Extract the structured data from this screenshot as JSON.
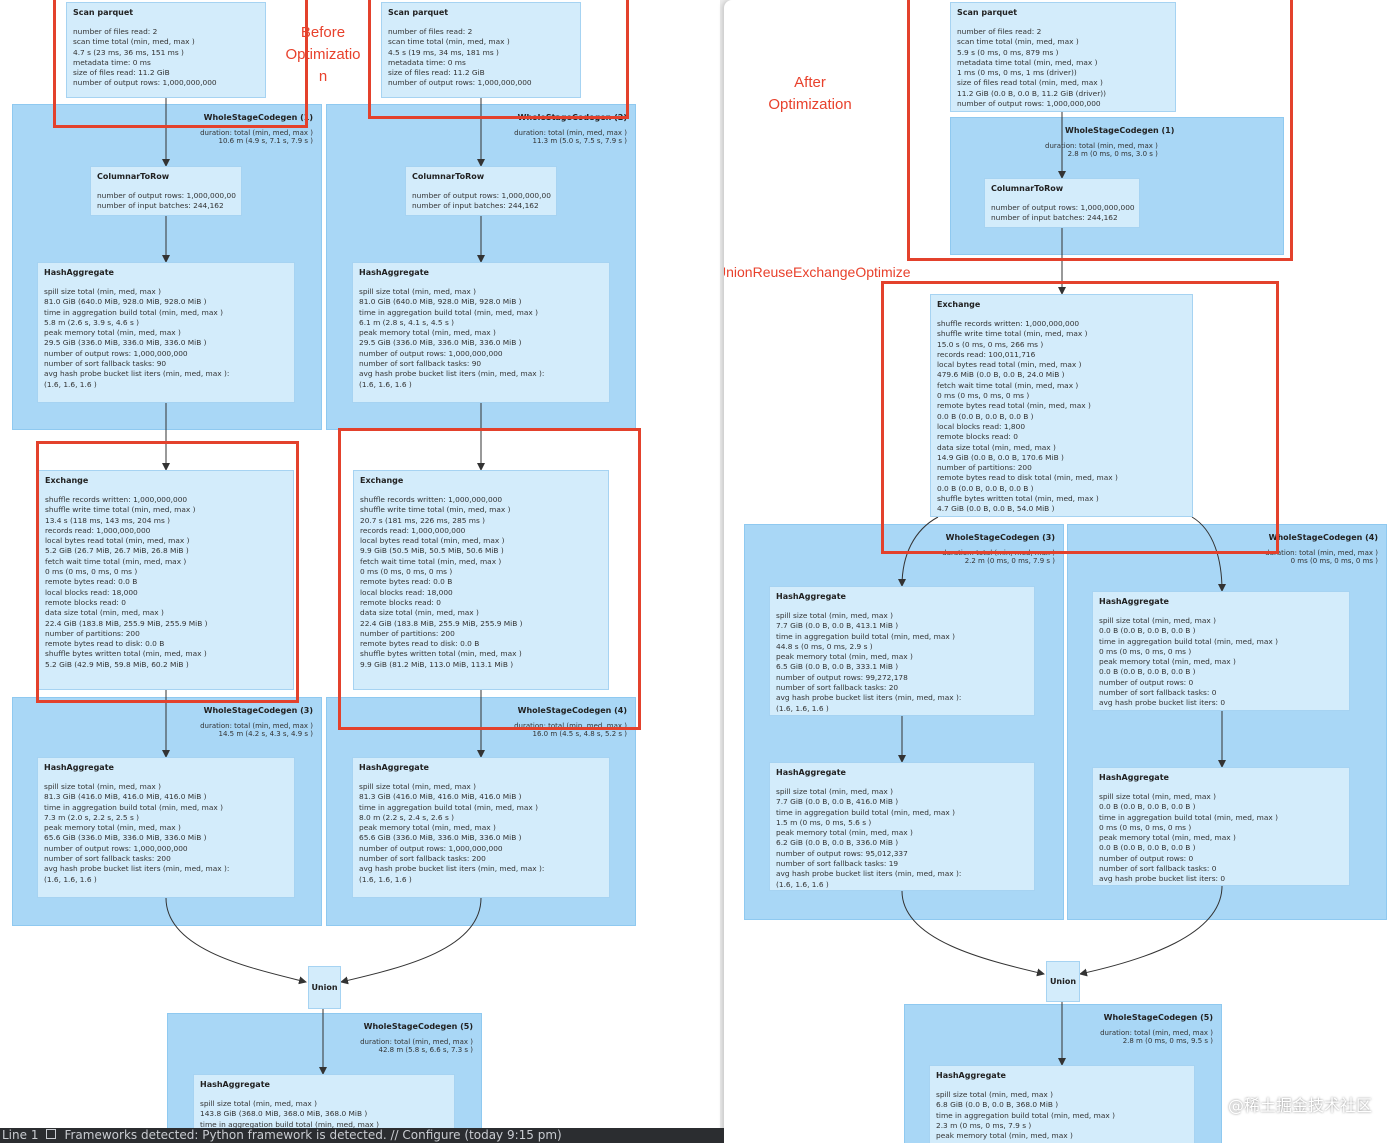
{
  "left": {
    "annotation": "Before\nOptimizatio\nn",
    "scan1": {
      "title": "Scan parquet",
      "metrics": [
        "number of files read: 2",
        "scan time total (min, med, max )",
        "4.7 s (23 ms, 36 ms, 151 ms )",
        "metadata time: 0 ms",
        "size of files read: 11.2 GiB",
        "number of output rows: 1,000,000,000"
      ]
    },
    "scan2": {
      "title": "Scan parquet",
      "metrics": [
        "number of files read: 2",
        "scan time total (min, med, max )",
        "4.5 s (19 ms, 34 ms, 181 ms )",
        "metadata time: 0 ms",
        "size of files read: 11.2 GiB",
        "number of output rows: 1,000,000,000"
      ]
    },
    "wsc1": {
      "title": "WholeStageCodegen (1)",
      "duration": "duration: total (min, med, max )\n10.6 m (4.9 s, 7.1 s, 7.9 s )"
    },
    "wsc2": {
      "title": "WholeStageCodegen (2)",
      "duration": "duration: total (min, med, max )\n11.3 m (5.0 s, 7.5 s, 7.9 s )"
    },
    "c2r1": {
      "title": "ColumnarToRow",
      "metrics": [
        "number of output rows: 1,000,000,00",
        "number of input batches: 244,162"
      ]
    },
    "c2r2": {
      "title": "ColumnarToRow",
      "metrics": [
        "number of output rows: 1,000,000,00",
        "number of input batches: 244,162"
      ]
    },
    "agg1": {
      "title": "HashAggregate",
      "metrics": [
        "spill size total (min, med, max )",
        "81.0 GiB (640.0 MiB, 928.0 MiB, 928.0 MiB )",
        "time in aggregation build total (min, med, max )",
        "5.8 m (2.6 s, 3.9 s, 4.6 s )",
        "peak memory total (min, med, max )",
        "29.5 GiB (336.0 MiB, 336.0 MiB, 336.0 MiB )",
        "number of output rows: 1,000,000,000",
        "number of sort fallback tasks: 90",
        "avg hash probe bucket list iters (min, med, max ):",
        "(1.6, 1.6, 1.6 )"
      ]
    },
    "agg2": {
      "title": "HashAggregate",
      "metrics": [
        "spill size total (min, med, max )",
        "81.0 GiB (640.0 MiB, 928.0 MiB, 928.0 MiB )",
        "time in aggregation build total (min, med, max )",
        "6.1 m (2.8 s, 4.1 s, 4.5 s )",
        "peak memory total (min, med, max )",
        "29.5 GiB (336.0 MiB, 336.0 MiB, 336.0 MiB )",
        "number of output rows: 1,000,000,000",
        "number of sort fallback tasks: 90",
        "avg hash probe bucket list iters (min, med, max ):",
        "(1.6, 1.6, 1.6 )"
      ]
    },
    "ex1": {
      "title": "Exchange",
      "metrics": [
        "shuffle records written: 1,000,000,000",
        "shuffle write time total (min, med, max )",
        "13.4 s (118 ms, 143 ms, 204 ms )",
        "records read: 1,000,000,000",
        "local bytes read total (min, med, max )",
        "5.2 GiB (26.7 MiB, 26.7 MiB, 26.8 MiB )",
        "fetch wait time total (min, med, max )",
        "0 ms (0 ms, 0 ms, 0 ms )",
        "remote bytes read: 0.0 B",
        "local blocks read: 18,000",
        "remote blocks read: 0",
        "data size total (min, med, max )",
        "22.4 GiB (183.8 MiB, 255.9 MiB, 255.9 MiB )",
        "number of partitions: 200",
        "remote bytes read to disk: 0.0 B",
        "shuffle bytes written total (min, med, max )",
        "5.2 GiB (42.9 MiB, 59.8 MiB, 60.2 MiB )"
      ]
    },
    "ex2": {
      "title": "Exchange",
      "metrics": [
        "shuffle records written: 1,000,000,000",
        "shuffle write time total (min, med, max )",
        "20.7 s (181 ms, 226 ms, 285 ms )",
        "records read: 1,000,000,000",
        "local bytes read total (min, med, max )",
        "9.9 GiB (50.5 MiB, 50.5 MiB, 50.6 MiB )",
        "fetch wait time total (min, med, max )",
        "0 ms (0 ms, 0 ms, 0 ms )",
        "remote bytes read: 0.0 B",
        "local blocks read: 18,000",
        "remote blocks read: 0",
        "data size total (min, med, max )",
        "22.4 GiB (183.8 MiB, 255.9 MiB, 255.9 MiB )",
        "number of partitions: 200",
        "remote bytes read to disk: 0.0 B",
        "shuffle bytes written total (min, med, max )",
        "9.9 GiB (81.2 MiB, 113.0 MiB, 113.1 MiB )"
      ]
    },
    "wsc3": {
      "title": "WholeStageCodegen (3)",
      "duration": "duration: total (min, med, max )\n14.5 m (4.2 s, 4.3 s, 4.9 s )"
    },
    "wsc4": {
      "title": "WholeStageCodegen (4)",
      "duration": "duration: total (min, med, max )\n16.0 m (4.5 s, 4.8 s, 5.2 s )"
    },
    "agg3": {
      "title": "HashAggregate",
      "metrics": [
        "spill size total (min, med, max )",
        "81.3 GiB (416.0 MiB, 416.0 MiB, 416.0 MiB )",
        "time in aggregation build total (min, med, max )",
        "7.3 m (2.0 s, 2.2 s, 2.5 s )",
        "peak memory total (min, med, max )",
        "65.6 GiB (336.0 MiB, 336.0 MiB, 336.0 MiB )",
        "number of output rows: 1,000,000,000",
        "number of sort fallback tasks: 200",
        "avg hash probe bucket list iters (min, med, max ):",
        "(1.6, 1.6, 1.6 )"
      ]
    },
    "agg4": {
      "title": "HashAggregate",
      "metrics": [
        "spill size total (min, med, max )",
        "81.3 GiB (416.0 MiB, 416.0 MiB, 416.0 MiB )",
        "time in aggregation build total (min, med, max )",
        "8.0 m (2.2 s, 2.4 s, 2.6 s )",
        "peak memory total (min, med, max )",
        "65.6 GiB (336.0 MiB, 336.0 MiB, 336.0 MiB )",
        "number of output rows: 1,000,000,000",
        "number of sort fallback tasks: 200",
        "avg hash probe bucket list iters (min, med, max ):",
        "(1.6, 1.6, 1.6 )"
      ]
    },
    "union": "Union",
    "wsc5": {
      "title": "WholeStageCodegen (5)",
      "duration": "duration: total (min, med, max )\n42.8 m (5.8 s, 6.6 s, 7.3 s )"
    },
    "agg5": {
      "title": "HashAggregate",
      "metrics": [
        "spill size total (min, med, max )",
        "143.8 GiB (368.0 MiB, 368.0 MiB, 368.0 MiB )",
        "time in aggregation build total (min, med, max )"
      ]
    }
  },
  "right": {
    "annotation": "After\nOptimization",
    "annotation_union": "UnionReuseExchangeOptimize",
    "scan": {
      "title": "Scan parquet",
      "metrics": [
        "number of files read: 2",
        "scan time total (min, med, max )",
        "5.9 s (0 ms, 0 ms, 879 ms )",
        "metadata time total (min, med, max )",
        "1 ms (0 ms, 0 ms, 1 ms (driver))",
        "size of files read total (min, med, max )",
        "11.2 GiB (0.0 B, 0.0 B, 11.2 GiB (driver))",
        "number of output rows: 1,000,000,000"
      ]
    },
    "wsc1": {
      "title": "WholeStageCodegen (1)",
      "duration": "duration: total (min, med, max )\n2.8 m (0 ms, 0 ms, 3.0 s )"
    },
    "c2r": {
      "title": "ColumnarToRow",
      "metrics": [
        "number of output rows: 1,000,000,000",
        "number of input batches: 244,162"
      ]
    },
    "ex": {
      "title": "Exchange",
      "metrics": [
        "shuffle records written: 1,000,000,000",
        "shuffle write time total (min, med, max )",
        "15.0 s (0 ms, 0 ms, 266 ms )",
        "records read: 100,011,716",
        "local bytes read total (min, med, max )",
        "479.6 MiB (0.0 B, 0.0 B, 24.0 MiB )",
        "fetch wait time total (min, med, max )",
        "0 ms (0 ms, 0 ms, 0 ms )",
        "remote bytes read total (min, med, max )",
        "0.0 B (0.0 B, 0.0 B, 0.0 B )",
        "local blocks read: 1,800",
        "remote blocks read: 0",
        "data size total (min, med, max )",
        "14.9 GiB (0.0 B, 0.0 B, 170.6 MiB )",
        "number of partitions: 200",
        "remote bytes read to disk total (min, med, max )",
        "0.0 B (0.0 B, 0.0 B, 0.0 B )",
        "shuffle bytes written total (min, med, max )",
        "4.7 GiB (0.0 B, 0.0 B, 54.0 MiB )"
      ]
    },
    "wsc3": {
      "title": "WholeStageCodegen (3)",
      "duration": "duration: total (min, med, max )\n2.2 m (0 ms, 0 ms, 7.9 s )"
    },
    "wsc4": {
      "title": "WholeStageCodegen (4)",
      "duration": "duration: total (min, med, max )\n0 ms (0 ms, 0 ms, 0 ms )"
    },
    "agg3a": {
      "title": "HashAggregate",
      "metrics": [
        "spill size total (min, med, max )",
        "7.7 GiB (0.0 B, 0.0 B, 413.1 MiB )",
        "time in aggregation build total (min, med, max )",
        "44.8 s (0 ms, 0 ms, 2.9 s )",
        "peak memory total (min, med, max )",
        "6.5 GiB (0.0 B, 0.0 B, 333.1 MiB )",
        "number of output rows: 99,272,178",
        "number of sort fallback tasks: 20",
        "avg hash probe bucket list iters (min, med, max ):",
        "(1.6, 1.6, 1.6 )"
      ]
    },
    "agg3b": {
      "title": "HashAggregate",
      "metrics": [
        "spill size total (min, med, max )",
        "7.7 GiB (0.0 B, 0.0 B, 416.0 MiB )",
        "time in aggregation build total (min, med, max )",
        "1.5 m (0 ms, 0 ms, 5.6 s )",
        "peak memory total (min, med, max )",
        "6.2 GiB (0.0 B, 0.0 B, 336.0 MiB )",
        "number of output rows: 95,012,337",
        "number of sort fallback tasks: 19",
        "avg hash probe bucket list iters (min, med, max ):",
        "(1.6, 1.6, 1.6 )"
      ]
    },
    "agg4a": {
      "title": "HashAggregate",
      "metrics": [
        "spill size total (min, med, max )",
        "0.0 B (0.0 B, 0.0 B, 0.0 B )",
        "time in aggregation build total (min, med, max )",
        "0 ms (0 ms, 0 ms, 0 ms )",
        "peak memory total (min, med, max )",
        "0.0 B (0.0 B, 0.0 B, 0.0 B )",
        "number of output rows: 0",
        "number of sort fallback tasks: 0",
        "avg hash probe bucket list iters: 0"
      ]
    },
    "agg4b": {
      "title": "HashAggregate",
      "metrics": [
        "spill size total (min, med, max )",
        "0.0 B (0.0 B, 0.0 B, 0.0 B )",
        "time in aggregation build total (min, med, max )",
        "0 ms (0 ms, 0 ms, 0 ms )",
        "peak memory total (min, med, max )",
        "0.0 B (0.0 B, 0.0 B, 0.0 B )",
        "number of output rows: 0",
        "number of sort fallback tasks: 0",
        "avg hash probe bucket list iters: 0"
      ]
    },
    "union": "Union",
    "wsc5": {
      "title": "WholeStageCodegen (5)",
      "duration": "duration: total (min, med, max )\n2.8 m (0 ms, 0 ms, 9.5 s )"
    },
    "agg5": {
      "title": "HashAggregate",
      "metrics": [
        "spill size total (min, med, max )",
        "6.8 GiB (0.0 B, 0.0 B, 368.0 MiB )",
        "time in aggregation build total (min, med, max )",
        "2.3 m (0 ms, 0 ms, 7.9 s )",
        "peak memory total (min, med, max )"
      ]
    }
  },
  "statusbar": {
    "line": "Line 1",
    "text": "Frameworks detected: Python framework is detected. // Configure (today 9:15 pm)"
  },
  "watermark": "@稀土掘金技术社区",
  "colors": {
    "stage": "#a9d7f6",
    "node": "#d3ecfb",
    "annotation": "#e3412c"
  }
}
